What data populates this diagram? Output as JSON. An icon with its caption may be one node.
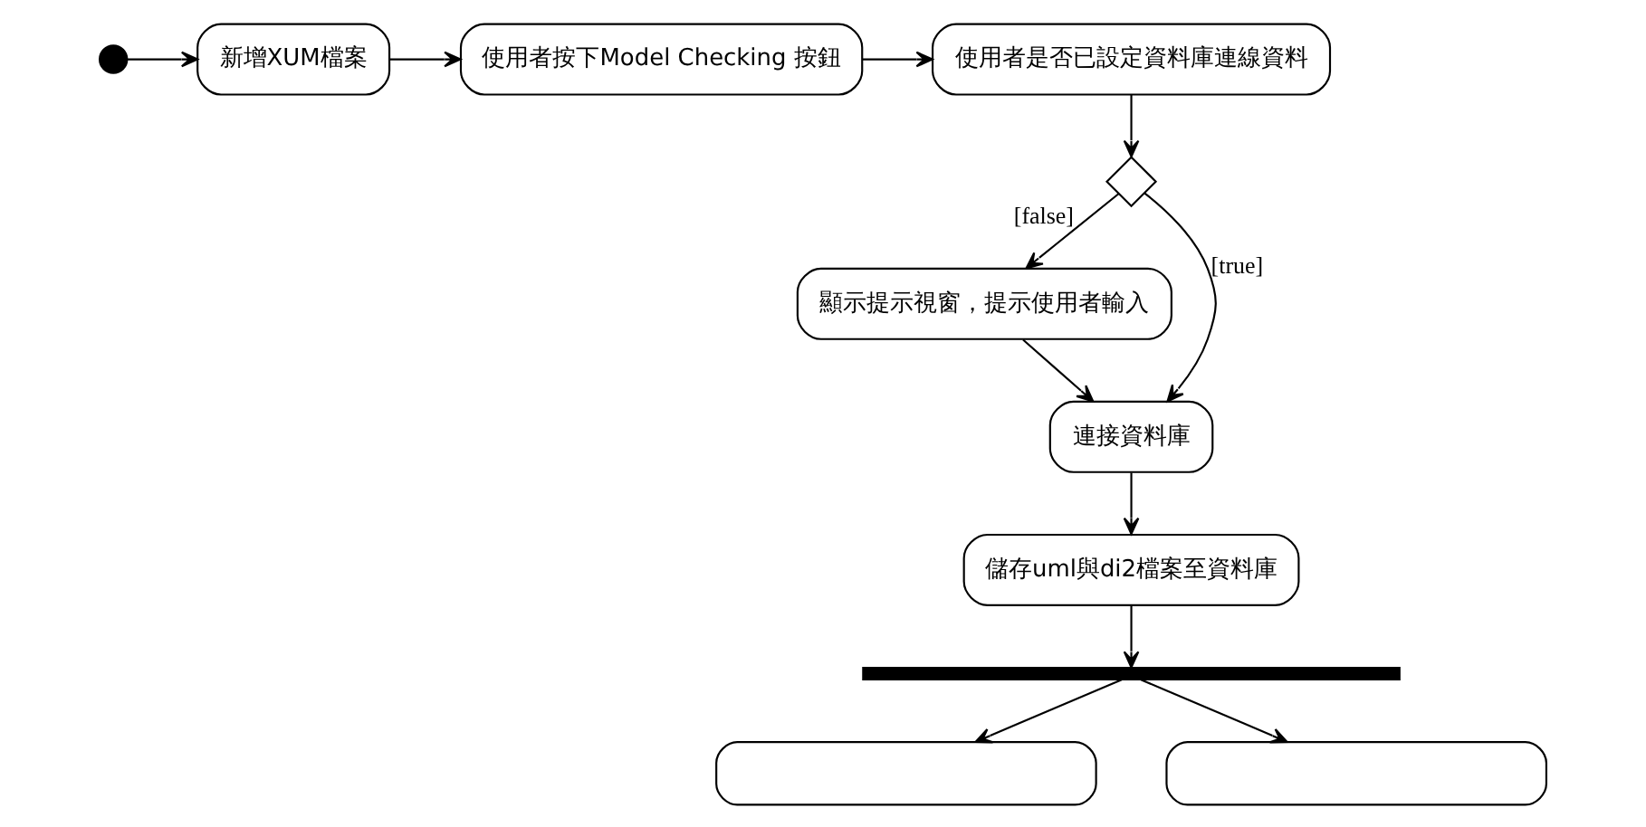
{
  "diagram": {
    "nodes": [
      {
        "text": [],
        "shape": "circle"
      },
      {
        "text": [
          "新增XUM檔案"
        ]
      },
      {
        "text": [
          "使用者按下Model Checking 按鈕"
        ]
      },
      {
        "text": [
          "使用者是否已設定資料庫連線資料"
        ]
      },
      {
        "text": [],
        "shape": "diamond"
      },
      {
        "text": [
          "顯示提示視窗，提示使用者輸入"
        ]
      },
      {
        "text": [
          "連接資料庫"
        ]
      },
      {
        "text": [
          "儲存uml與di2檔案至資料庫"
        ]
      },
      {
        "text": [],
        "shape": "bar"
      },
      {
        "text": [],
        "shape": "box"
      },
      {
        "text": [],
        "shape": "box"
      }
    ],
    "edges": [
      {
        "from": 0,
        "to": 1,
        "arrow": "to"
      },
      {
        "from": 1,
        "to": 2,
        "arrow": "to"
      },
      {
        "from": 2,
        "to": 3,
        "arrow": "to"
      },
      {
        "from": 3,
        "to": 4,
        "arrow": "to"
      },
      {
        "from": 4,
        "to": 5,
        "arrow": "to",
        "label": "[false]"
      },
      {
        "from": 4,
        "to": 6,
        "arrow": "to",
        "label": "[true]"
      },
      {
        "from": 5,
        "to": 6,
        "arrow": "to"
      },
      {
        "from": 6,
        "to": 7,
        "arrow": "to"
      },
      {
        "from": 7,
        "to": 8,
        "arrow": "to"
      },
      {
        "from": 8,
        "to": 9,
        "arrow": "to"
      },
      {
        "from": 8,
        "to": 10,
        "arrow": "to"
      }
    ]
  }
}
